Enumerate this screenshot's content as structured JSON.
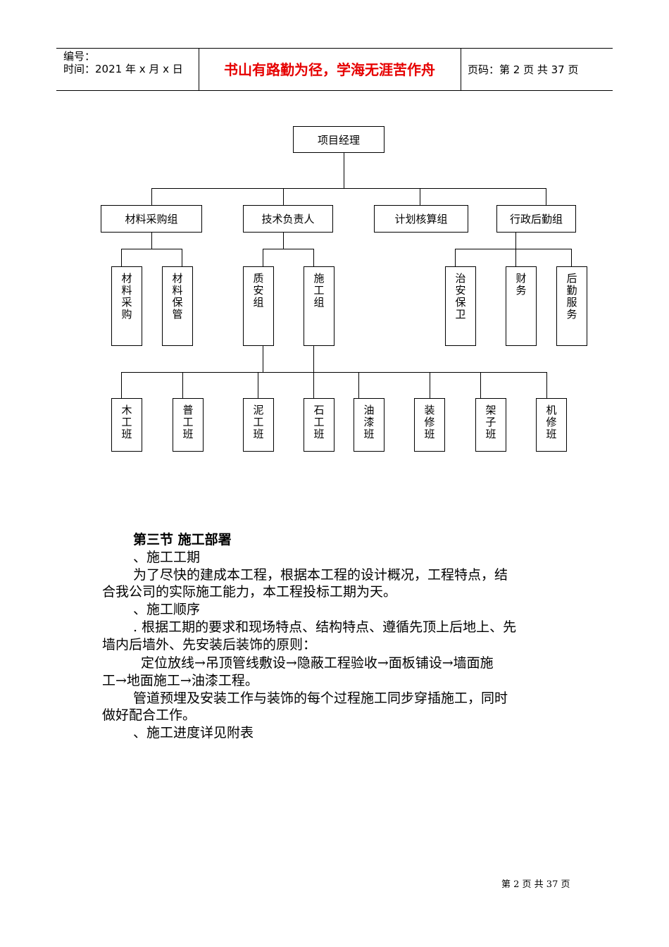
{
  "header": {
    "serial_label": "编号：",
    "time_line": "时间：2021 年 x 月 x 日",
    "motto": "书山有路勤为径，学海无涯苦作舟",
    "page_info": "页码：第 2 页 共 37 页"
  },
  "org_chart": {
    "root": "项目经理",
    "level1": [
      "材料采购组",
      "技术负责人",
      "计划核算组",
      "行政后勤组"
    ],
    "level2": [
      "材料采购",
      "材料保管",
      "质安组",
      "施工组",
      "治安保卫",
      "财务",
      "后勤服务"
    ],
    "teams": [
      "木工班",
      "普工班",
      "泥工班",
      "石工班",
      "油漆班",
      "装修班",
      "架子班",
      "机修班"
    ]
  },
  "section": {
    "title": "第三节  施工部署",
    "lines": [
      "、施工工期",
      "为了尽快的建成本工程，根据本工程的设计概况，工程特点，结",
      "合我公司的实际施工能力，本工程投标工期为天。",
      "、施工顺序",
      ". 根据工期的要求和现场特点、结构特点、遵循先顶上后地上、先",
      "墙内后墙外、先安装后装饰的原则：",
      "定位放线→吊顶管线敷设→隐蔽工程验收→面板铺设→墙面施",
      "工→地面施工→油漆工程。",
      "管道预埋及安装工作与装饰的每个过程施工同步穿插施工，同时",
      "做好配合工作。",
      "、施工进度详见附表"
    ]
  },
  "footer": {
    "page": "第 2 页 共 37 页"
  }
}
